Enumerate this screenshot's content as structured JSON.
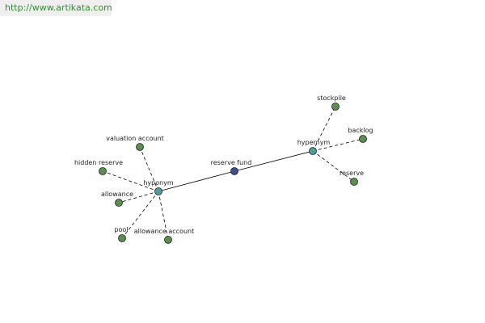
{
  "watermark": {
    "text": "http://www.artikata.com",
    "color": "#2f8f2f",
    "background": "#efefef"
  },
  "colors": {
    "leaf_node": "#5a8f4e",
    "relation_node": "#4f9e9e",
    "center_node": "#3a4f8f",
    "node_stroke": "#1f1f1f",
    "edge": "#000000"
  },
  "graph": {
    "center": {
      "id": "reserve-fund",
      "label": "reserve fund",
      "kind": "center"
    },
    "relations": [
      {
        "id": "hyponym",
        "label": "hyponym",
        "kind": "relation"
      },
      {
        "id": "hypernym",
        "label": "hypernym",
        "kind": "relation"
      }
    ],
    "leaves": [
      {
        "id": "valuation-account",
        "label": "valuation account",
        "parent": "hyponym"
      },
      {
        "id": "hidden-reserve",
        "label": "hidden reserve",
        "parent": "hyponym"
      },
      {
        "id": "allowance",
        "label": "allowance",
        "parent": "hyponym"
      },
      {
        "id": "pool",
        "label": "pool",
        "parent": "hyponym"
      },
      {
        "id": "allowance-account",
        "label": "allowance account",
        "parent": "hyponym"
      },
      {
        "id": "stockpile",
        "label": "stockpile",
        "parent": "hypernym"
      },
      {
        "id": "backlog",
        "label": "backlog",
        "parent": "hypernym"
      },
      {
        "id": "reserve",
        "label": "reserve",
        "parent": "hypernym"
      }
    ]
  }
}
